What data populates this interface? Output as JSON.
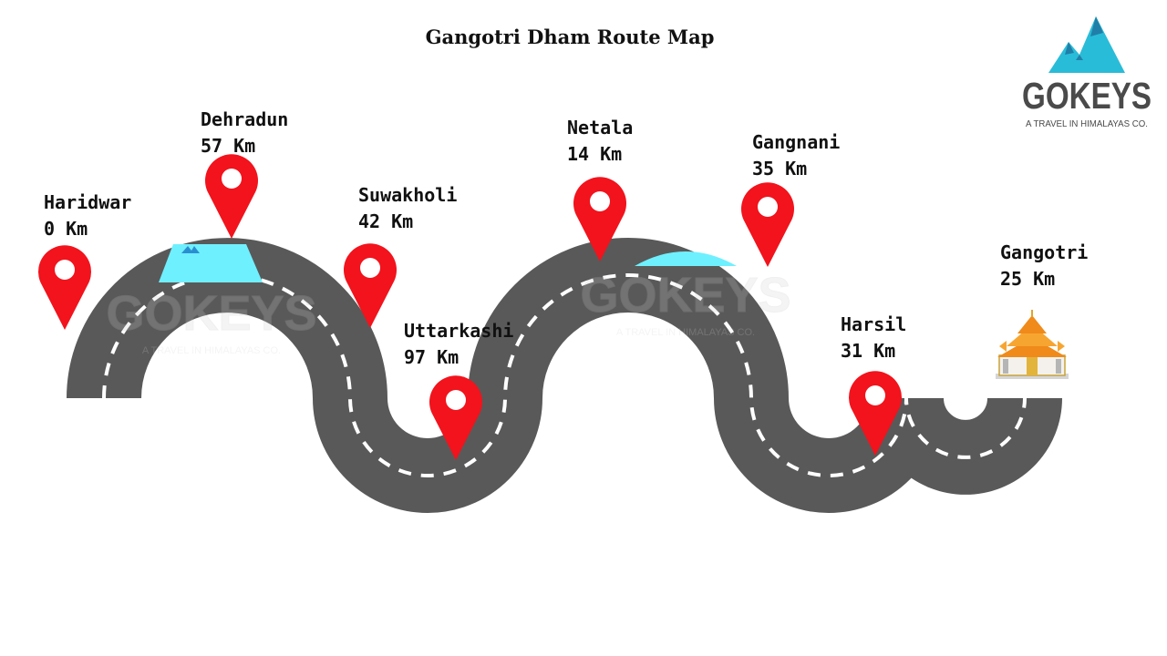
{
  "title": "Gangotri Dham Route Map",
  "logo": {
    "name": "GOKEYS",
    "tagline": "A TRAVEL IN HIMALAYAS CO.",
    "mountain_color": "#29bcd8",
    "text_color": "#4a4a4a"
  },
  "watermark": {
    "name": "GOKEYS",
    "tagline": "A TRAVEL IN HIMALAYAS CO."
  },
  "colors": {
    "road": "#595959",
    "road_dash": "#ffffff",
    "pin": "#f2131c",
    "bridge": "#6ff0ff"
  },
  "stops": [
    {
      "name": "Haridwar",
      "distance": "0 Km"
    },
    {
      "name": "Dehradun",
      "distance": "57 Km"
    },
    {
      "name": "Suwakholi",
      "distance": "42 Km"
    },
    {
      "name": "Uttarkashi",
      "distance": "97 Km"
    },
    {
      "name": "Netala",
      "distance": "14 Km"
    },
    {
      "name": "Gangnani",
      "distance": "35 Km"
    },
    {
      "name": "Harsil",
      "distance": "31 Km"
    },
    {
      "name": "Gangotri",
      "distance": "25 Km"
    }
  ],
  "destination_icon": "temple-icon"
}
